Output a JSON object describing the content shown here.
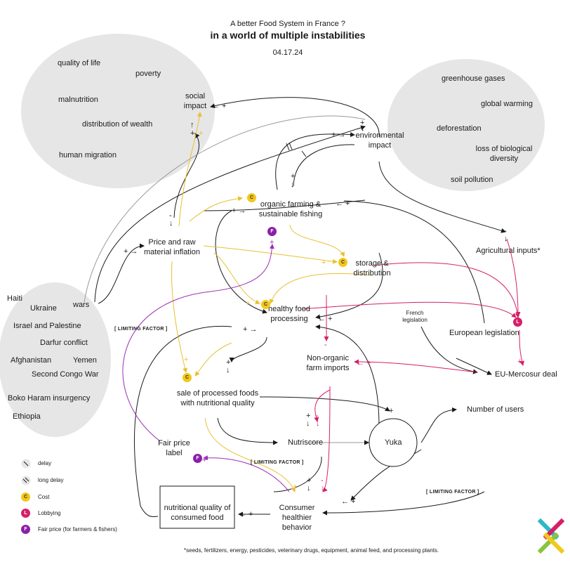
{
  "header": {
    "subtitle": "A better Food System in France ?",
    "title": "in a world of multiple instabilities",
    "date": "04.17.24"
  },
  "social_cluster": [
    "quality of life",
    "poverty",
    "malnutrition",
    "distribution of wealth",
    "human migration"
  ],
  "environment_cluster": [
    "greenhouse gases",
    "global warming",
    "deforestation",
    "loss of biological diversity",
    "soil pollution"
  ],
  "conflicts": [
    "Haiti",
    "Ukraine",
    "Israel and Palestine",
    "Darfur conflict",
    "Afghanistan",
    "Yemen",
    "Second Congo War",
    "Boko Haram insurgency",
    "Ethiopia"
  ],
  "nodes": {
    "social_impact": "social impact",
    "environmental_impact": "environmental impact",
    "organic_farming": "organic farming & sustainable fishing",
    "price_inflation": "Price and raw material inflation",
    "wars": "wars",
    "storage": "storage & distribution",
    "agri_inputs": "Agricultural inputs*",
    "healthy_processing": "healthy food processing",
    "french_legislation": "French legislation",
    "european_legislation": "European legislation",
    "non_organic_imports": "Non-organic farm imports",
    "mercosur": "EU-Mercosur deal",
    "sale_processed": "sale of processed foods with nutritional quality",
    "number_users": "Number of users",
    "fair_price_label": "Fair price label",
    "nutriscore": "Nutriscore",
    "yuka": "Yuka",
    "consumer_behavior": "Consumer healthier behavior",
    "nutritional_quality": "nutritional quality of consumed food"
  },
  "limiting_factor": "[ LIMITING FACTOR ]",
  "legend": [
    {
      "badge": "",
      "label": "delay"
    },
    {
      "badge": "",
      "label": "long delay"
    },
    {
      "badge": "C",
      "label": "Cost",
      "color": "#f2c81a"
    },
    {
      "badge": "L",
      "label": "Lobbying",
      "color": "#d61f69"
    },
    {
      "badge": "F",
      "label": "Fair price (for farmers & fishers)",
      "color": "#8a1fa8"
    }
  ],
  "badges": {
    "cost": "C",
    "lobbying": "L",
    "fair_price": "F"
  },
  "signs": {
    "plus": "+",
    "minus": "-",
    "plus_arrow": "+ →",
    "arrow_plus": "← +",
    "up": "↑",
    "down": "↓",
    "right": "→"
  },
  "footnote": "*seeds, fertilizers, energy, pesticides, veterinary drugs, equipment, animal feed, and processing plants.",
  "colors": {
    "black_link": "#1a1a1a",
    "grey_link": "#9a9a9a",
    "cost_link": "#e8c030",
    "lobby_link": "#d61f69",
    "fair_link": "#9b2fb5",
    "cloud": "#e6e6e6"
  }
}
